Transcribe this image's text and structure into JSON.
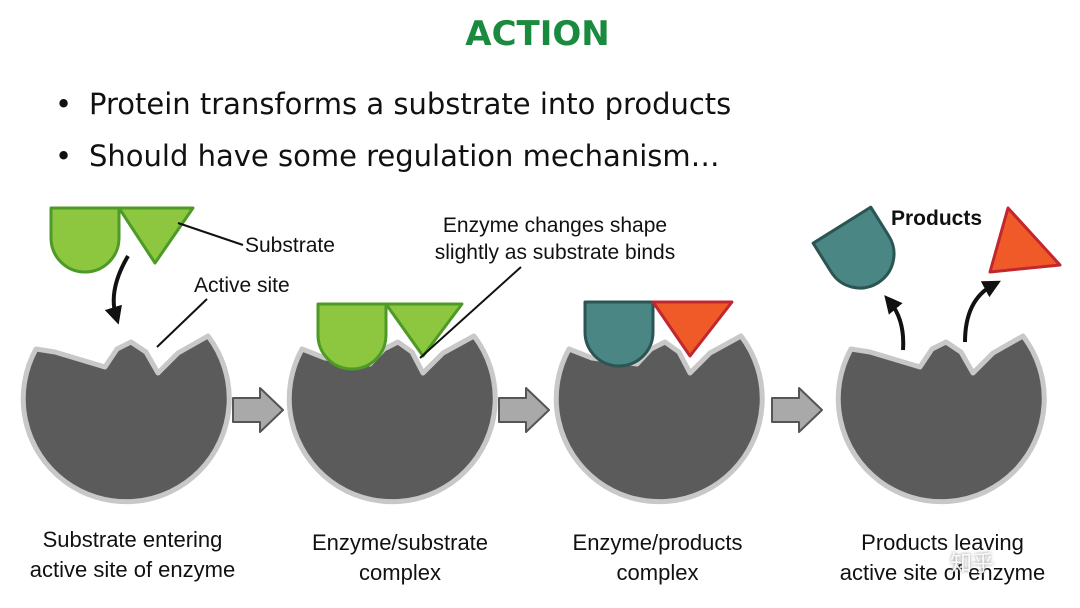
{
  "title": "ACTION",
  "bullets": [
    "Protein transforms a substrate into products",
    "Should have some regulation mechanism…"
  ],
  "callouts": {
    "substrate": "Substrate",
    "active_site": "Active site",
    "shape_change_line1": "Enzyme changes shape",
    "shape_change_line2": "slightly as substrate binds",
    "products": "Products"
  },
  "stages": [
    {
      "line1": "Substrate entering",
      "line2": "active site of enzyme"
    },
    {
      "line1": "Enzyme/substrate",
      "line2": "complex"
    },
    {
      "line1": "Enzyme/products",
      "line2": "complex"
    },
    {
      "line1": "Products leaving",
      "line2": "active site of enzyme"
    }
  ],
  "watermark": "知乎",
  "colors": {
    "title_green": "#1a8a3f",
    "enzyme_fill": "#5b5b5b",
    "enzyme_outline": "#c8c8c8",
    "substrate_fill": "#8dc63f",
    "substrate_outline": "#4d9a26",
    "product_teal": "#4a8683",
    "product_teal_outline": "#2b5553",
    "product_red": "#f05a28",
    "product_red_outline": "#c1272d",
    "step_arrow": "#a9a9a9"
  }
}
